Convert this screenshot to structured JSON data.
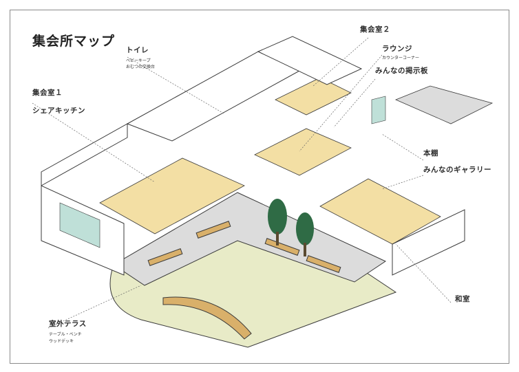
{
  "map": {
    "title": "集会所マップ",
    "labels": {
      "toilet": "トイレ",
      "toilet_sub1": "ベビーキープ",
      "toilet_sub2": "おむつの交換台",
      "meeting_room_2": "集会室２",
      "lounge": "ラウンジ",
      "lounge_sub": "カウンターコーナー",
      "bulletin_board": "みんなの掲示板",
      "meeting_room_1": "集会室１",
      "shared_kitchen": "シェアキッチン",
      "bookshelf": "本棚",
      "gallery": "みんなのギャラリー",
      "japanese_room": "和室",
      "terrace": "室外テラス",
      "terrace_sub1": "テーブル・ベンチ",
      "terrace_sub2": "ウッドデッキ"
    },
    "colors": {
      "wall": "#ffffff",
      "outline": "#3a3a3a",
      "wood_floor": "#f3dfa4",
      "terrace_floor": "#dcdcdc",
      "lawn": "#e8ebc7",
      "glass": "#bfe0d8",
      "tree": "#2f6b45",
      "bench": "#d9b06a"
    }
  }
}
